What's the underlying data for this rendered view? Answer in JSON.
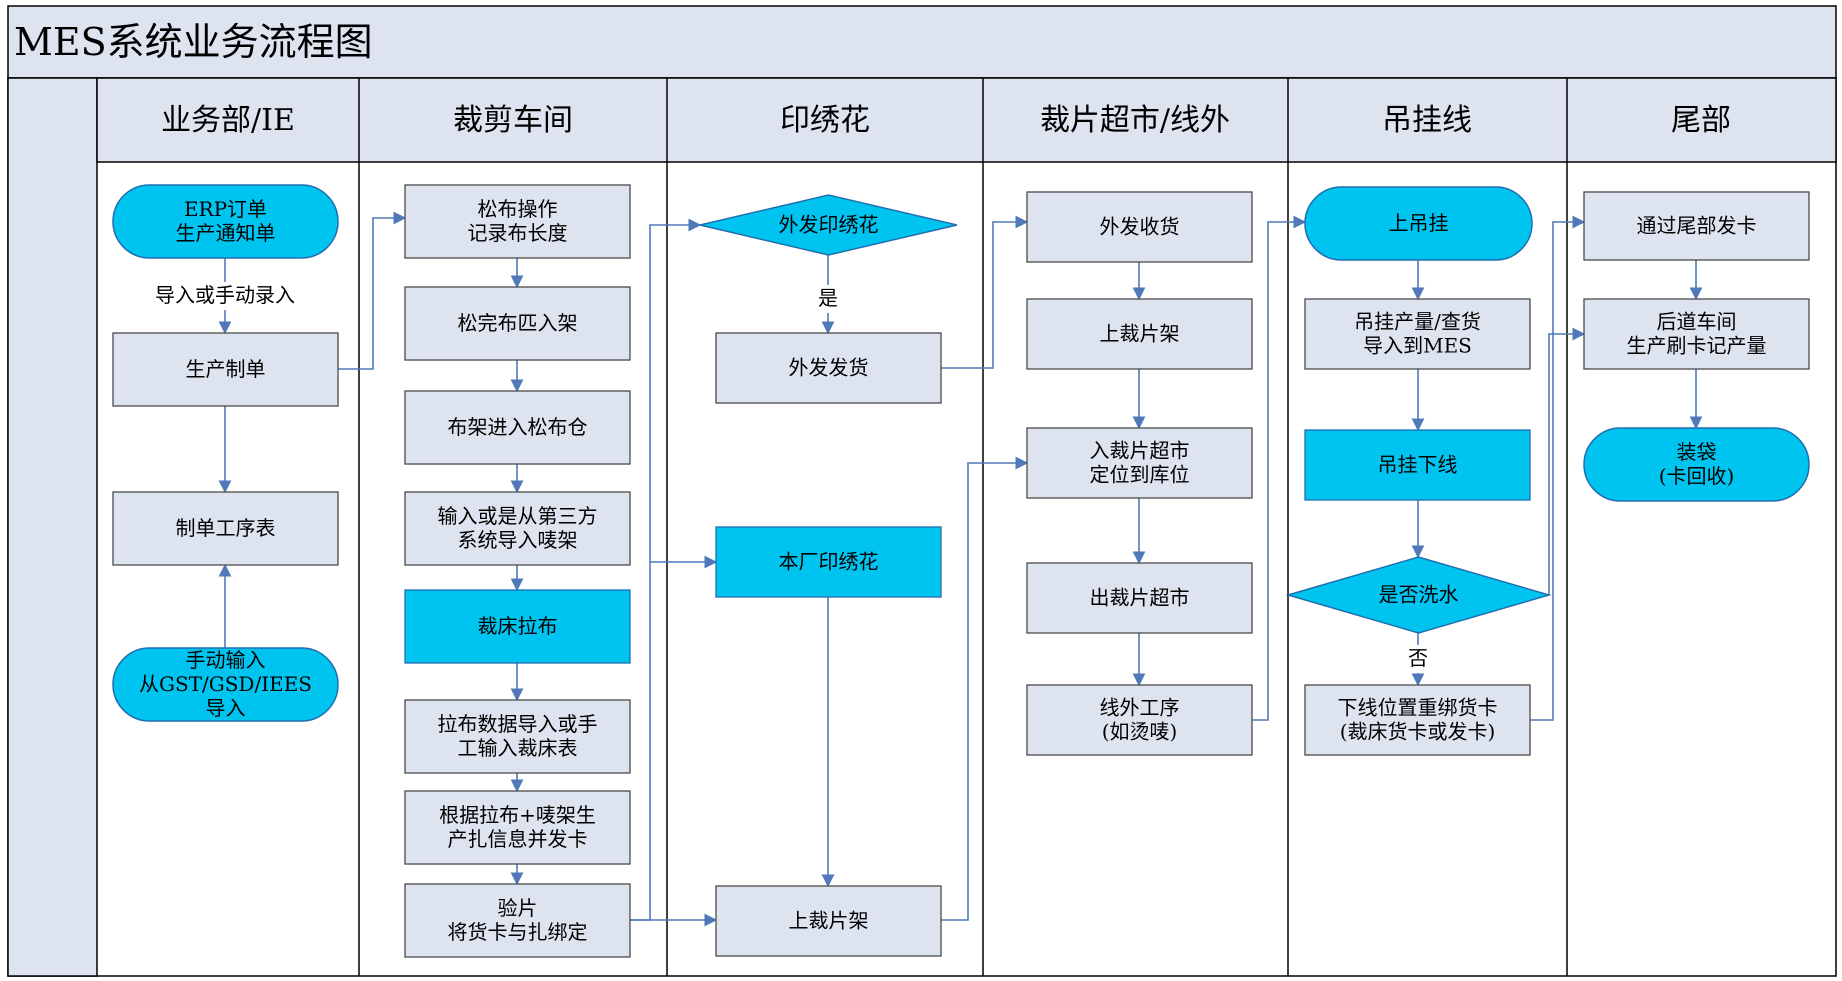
{
  "title": "MES系统业务流程图",
  "colors": {
    "header_bg": "#dde4ef",
    "frame": "#000000",
    "box_fill": "#dde4ef",
    "box_stroke": "#4a4a4a",
    "accent_fill": "#00c4f0",
    "accent_stroke": "#1f6fb0",
    "arrow": "#4f79b8"
  },
  "lanes": [
    {
      "id": "ie",
      "label": "业务部/IE"
    },
    {
      "id": "cut",
      "label": "裁剪车间"
    },
    {
      "id": "print",
      "label": "印绣花"
    },
    {
      "id": "market",
      "label": "裁片超市/线外"
    },
    {
      "id": "hang",
      "label": "吊挂线"
    },
    {
      "id": "tail",
      "label": "尾部"
    }
  ],
  "nodes": [
    {
      "id": "erp",
      "shape": "terminator",
      "accent": true,
      "lines": [
        "ERP订单",
        "生产通知单"
      ]
    },
    {
      "id": "make_order",
      "shape": "process",
      "accent": false,
      "lines": [
        "生产制单"
      ]
    },
    {
      "id": "route_table",
      "shape": "process",
      "accent": false,
      "lines": [
        "制单工序表"
      ]
    },
    {
      "id": "manual_import",
      "shape": "terminator",
      "accent": true,
      "lines": [
        "手动输入",
        "从GST/GSD/IEES",
        "导入"
      ]
    },
    {
      "id": "loosen",
      "shape": "process",
      "accent": false,
      "lines": [
        "松布操作",
        "记录布长度"
      ]
    },
    {
      "id": "rack_in",
      "shape": "process",
      "accent": false,
      "lines": [
        "松完布匹入架"
      ]
    },
    {
      "id": "rack_store",
      "shape": "process",
      "accent": false,
      "lines": [
        "布架进入松布仓"
      ]
    },
    {
      "id": "marker_input",
      "shape": "process",
      "accent": false,
      "lines": [
        "输入或是从第三方",
        "系统导入唛架"
      ]
    },
    {
      "id": "spread",
      "shape": "process",
      "accent": true,
      "lines": [
        "裁床拉布"
      ]
    },
    {
      "id": "spread_data",
      "shape": "process",
      "accent": false,
      "lines": [
        "拉布数据导入或手",
        "工输入裁床表"
      ]
    },
    {
      "id": "bundle",
      "shape": "process",
      "accent": false,
      "lines": [
        "根据拉布+唛架生",
        "产扎信息并发卡"
      ]
    },
    {
      "id": "inspect",
      "shape": "process",
      "accent": false,
      "lines": [
        "验片",
        "将货卡与扎绑定"
      ]
    },
    {
      "id": "outsource_q",
      "shape": "decision",
      "accent": true,
      "lines": [
        "外发印绣花"
      ]
    },
    {
      "id": "outsource_ship",
      "shape": "process",
      "accent": false,
      "lines": [
        "外发发货"
      ]
    },
    {
      "id": "inhouse_print",
      "shape": "process",
      "accent": true,
      "lines": [
        "本厂印绣花"
      ]
    },
    {
      "id": "print_rack",
      "shape": "process",
      "accent": false,
      "lines": [
        "上裁片架"
      ]
    },
    {
      "id": "receive",
      "shape": "process",
      "accent": false,
      "lines": [
        "外发收货"
      ]
    },
    {
      "id": "market_rack",
      "shape": "process",
      "accent": false,
      "lines": [
        "上裁片架"
      ]
    },
    {
      "id": "market_in",
      "shape": "process",
      "accent": false,
      "lines": [
        "入裁片超市",
        "定位到库位"
      ]
    },
    {
      "id": "market_out",
      "shape": "process",
      "accent": false,
      "lines": [
        "出裁片超市"
      ]
    },
    {
      "id": "offline_proc",
      "shape": "process",
      "accent": false,
      "lines": [
        "线外工序",
        "(如烫唛)"
      ]
    },
    {
      "id": "hang_on",
      "shape": "terminator",
      "accent": true,
      "lines": [
        "上吊挂"
      ]
    },
    {
      "id": "hang_output",
      "shape": "process",
      "accent": false,
      "lines": [
        "吊挂产量/查货",
        "导入到MES"
      ]
    },
    {
      "id": "hang_off",
      "shape": "process",
      "accent": true,
      "lines": [
        "吊挂下线"
      ]
    },
    {
      "id": "wash_q",
      "shape": "decision",
      "accent": true,
      "lines": [
        "是否洗水"
      ]
    },
    {
      "id": "rebind",
      "shape": "process",
      "accent": false,
      "lines": [
        "下线位置重绑货卡",
        "(裁床货卡或发卡)"
      ]
    },
    {
      "id": "tail_card",
      "shape": "process",
      "accent": false,
      "lines": [
        "通过尾部发卡"
      ]
    },
    {
      "id": "back_workshop",
      "shape": "process",
      "accent": false,
      "lines": [
        "后道车间",
        "生产刷卡记产量"
      ]
    },
    {
      "id": "bagging",
      "shape": "terminator",
      "accent": true,
      "lines": [
        "装袋",
        "(卡回收)"
      ]
    }
  ],
  "edges": [
    {
      "from": "erp",
      "to": "make_order",
      "label": "导入或手动录入"
    },
    {
      "from": "make_order",
      "to": "route_table",
      "label": ""
    },
    {
      "from": "manual_import",
      "to": "route_table",
      "label": ""
    },
    {
      "from": "make_order",
      "to": "loosen",
      "label": ""
    },
    {
      "from": "loosen",
      "to": "rack_in",
      "label": ""
    },
    {
      "from": "rack_in",
      "to": "rack_store",
      "label": ""
    },
    {
      "from": "rack_store",
      "to": "marker_input",
      "label": ""
    },
    {
      "from": "marker_input",
      "to": "spread",
      "label": ""
    },
    {
      "from": "spread",
      "to": "spread_data",
      "label": ""
    },
    {
      "from": "spread_data",
      "to": "bundle",
      "label": ""
    },
    {
      "from": "bundle",
      "to": "inspect",
      "label": ""
    },
    {
      "from": "inspect",
      "to": "outsource_q",
      "label": ""
    },
    {
      "from": "inspect",
      "to": "inhouse_print",
      "label": ""
    },
    {
      "from": "inspect",
      "to": "print_rack",
      "label": ""
    },
    {
      "from": "outsource_q",
      "to": "outsource_ship",
      "label": "是"
    },
    {
      "from": "inhouse_print",
      "to": "print_rack",
      "label": ""
    },
    {
      "from": "outsource_ship",
      "to": "receive",
      "label": ""
    },
    {
      "from": "print_rack",
      "to": "market_in",
      "label": ""
    },
    {
      "from": "receive",
      "to": "market_rack",
      "label": ""
    },
    {
      "from": "market_rack",
      "to": "market_in",
      "label": ""
    },
    {
      "from": "market_in",
      "to": "market_out",
      "label": ""
    },
    {
      "from": "market_out",
      "to": "offline_proc",
      "label": ""
    },
    {
      "from": "offline_proc",
      "to": "hang_on",
      "label": ""
    },
    {
      "from": "hang_on",
      "to": "hang_output",
      "label": ""
    },
    {
      "from": "hang_output",
      "to": "hang_off",
      "label": ""
    },
    {
      "from": "hang_off",
      "to": "wash_q",
      "label": ""
    },
    {
      "from": "wash_q",
      "to": "rebind",
      "label": "否"
    },
    {
      "from": "wash_q",
      "to": "back_workshop",
      "label": ""
    },
    {
      "from": "rebind",
      "to": "tail_card",
      "label": ""
    },
    {
      "from": "tail_card",
      "to": "back_workshop",
      "label": ""
    },
    {
      "from": "back_workshop",
      "to": "bagging",
      "label": ""
    }
  ]
}
